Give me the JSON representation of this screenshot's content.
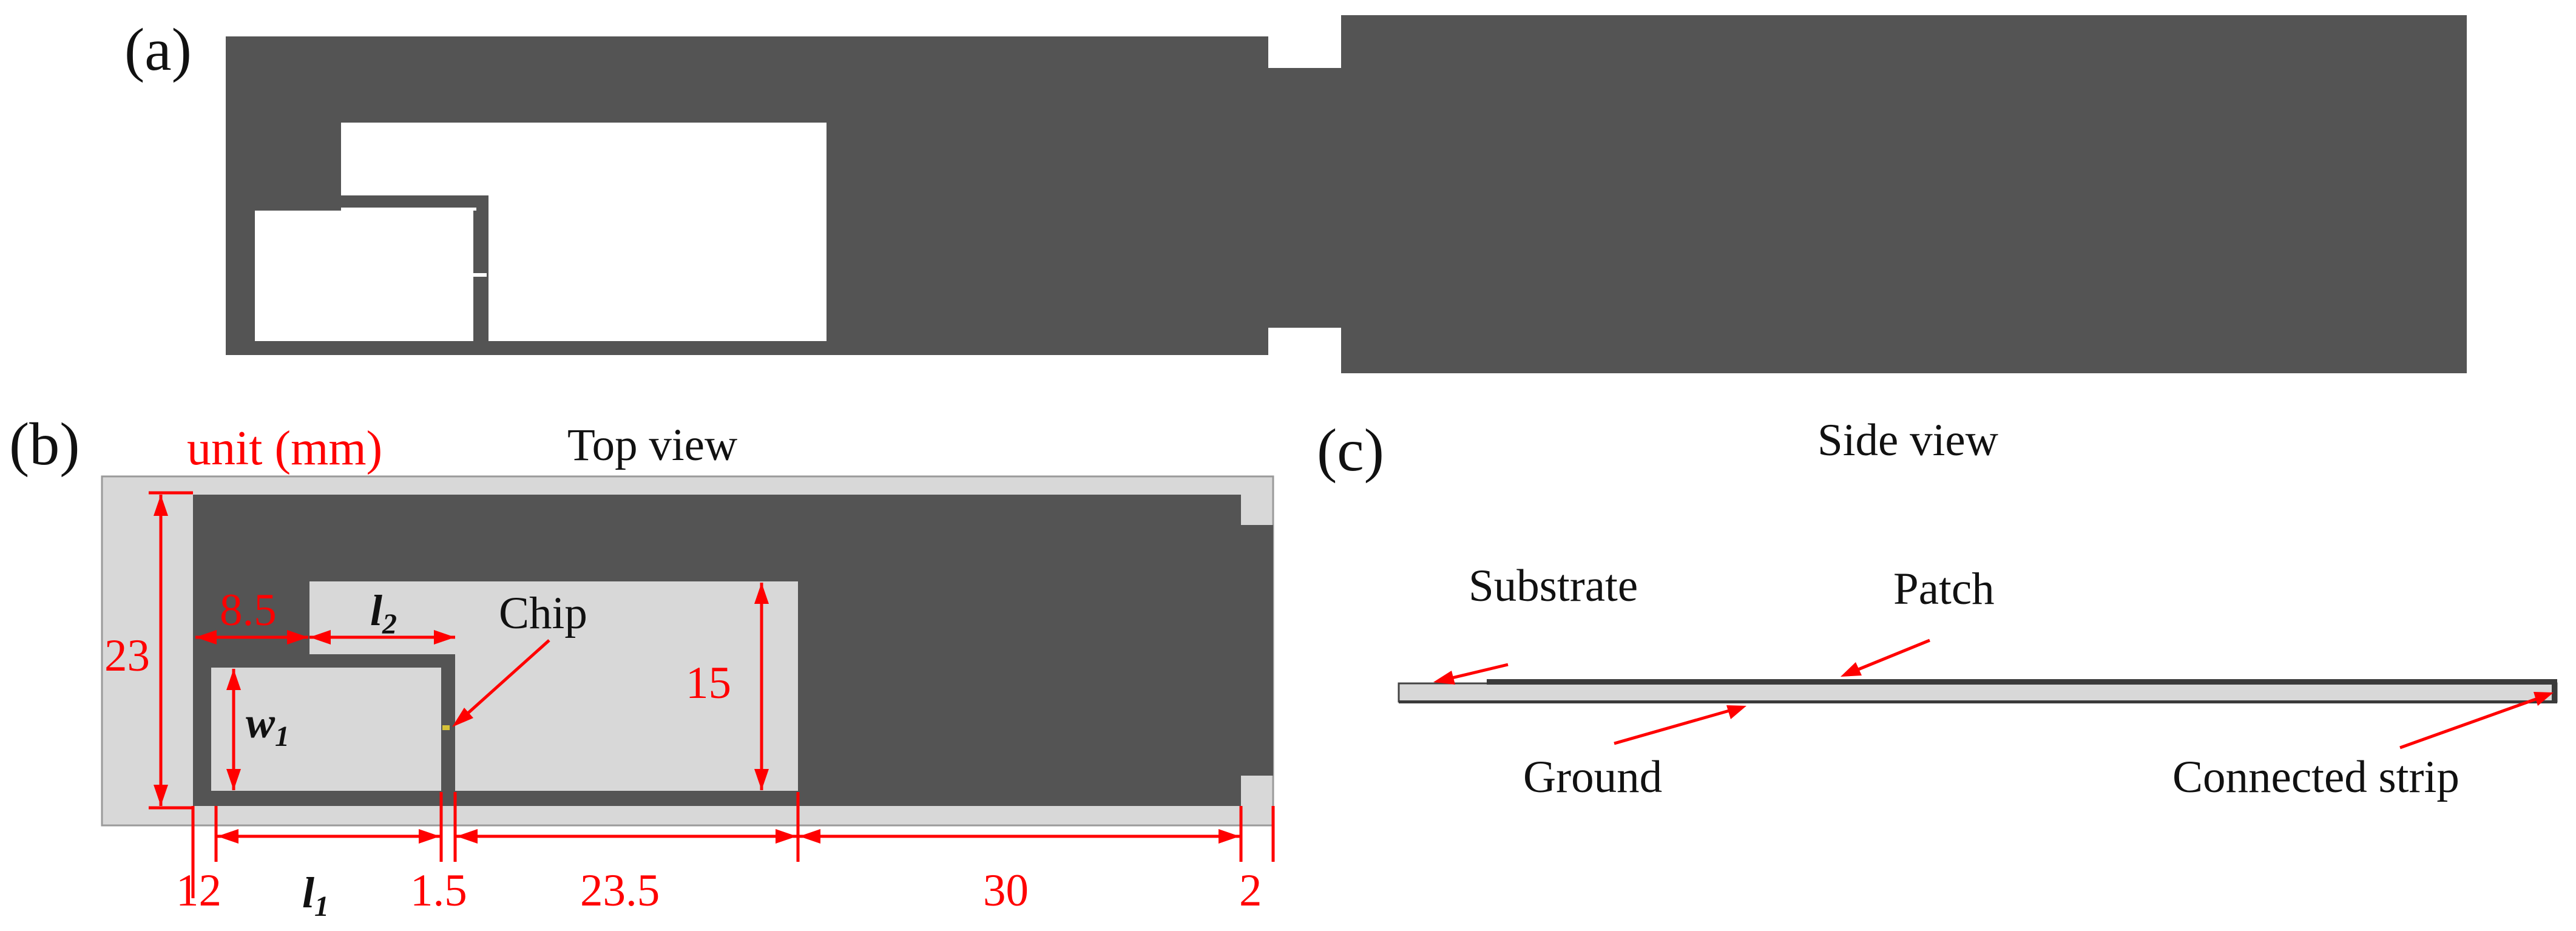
{
  "panels": {
    "a": {
      "label": "(a)"
    },
    "b": {
      "label": "(b)",
      "unit": "unit (mm)",
      "view_title": "Top view",
      "chip_label": "Chip"
    },
    "c": {
      "label": "(c)",
      "view_title": "Side view"
    }
  },
  "dimensions": {
    "height_23": "23",
    "width_8_5": "8.5",
    "l2_main": "l",
    "l2_sub": "2",
    "w1_main": "w",
    "w1_sub": "1",
    "height_15": "15",
    "bottom_12": "12",
    "l1_main": "l",
    "l1_sub": "1",
    "bottom_1_5": "1.5",
    "bottom_23_5": "23.5",
    "bottom_30": "30",
    "bottom_2": "2"
  },
  "side_labels": {
    "substrate": "Substrate",
    "patch": "Patch",
    "ground": "Ground",
    "strip": "Connected strip"
  },
  "colors": {
    "metal": "#545454",
    "substrate": "#d8d8d8",
    "annotation": "#ff0000",
    "text": "#111111"
  }
}
